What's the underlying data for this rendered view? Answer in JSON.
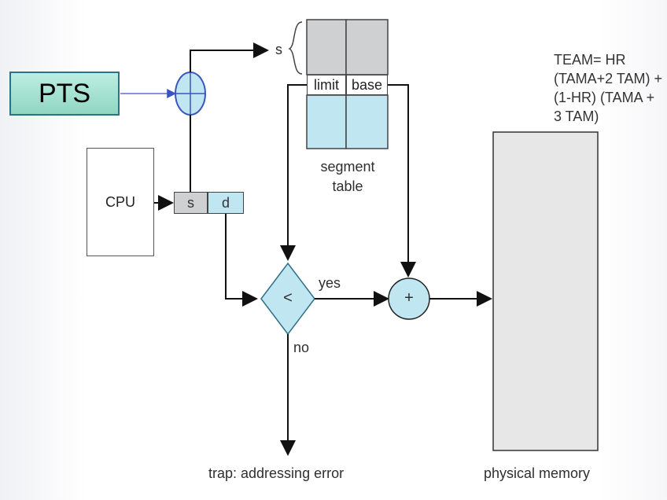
{
  "diagram": {
    "pts_label": "PTS",
    "cpu_label": "CPU",
    "address": {
      "s_label": "s",
      "d_label": "d"
    },
    "segment_index_label": "s",
    "segment_table": {
      "limit_label": "limit",
      "base_label": "base",
      "caption_line1": "segment",
      "caption_line2": "table"
    },
    "adder_top_symbol": "+",
    "compare_symbol": "<",
    "yes_label": "yes",
    "no_label": "no",
    "adder_symbol": "+",
    "trap_label": "trap: addressing error",
    "physical_memory_label": "physical memory",
    "note_text": "TEAM= HR\n(TAMA+2 TAM) +\n(1-HR) (TAMA +\n3 TAM)"
  },
  "colors": {
    "pts_fill": "#9fdcc9",
    "light_blue": "#bfe6f1",
    "gray_cell": "#cfd0d2",
    "memory_fill": "#e7e7e7",
    "arrow_blue": "#3b53c4"
  }
}
